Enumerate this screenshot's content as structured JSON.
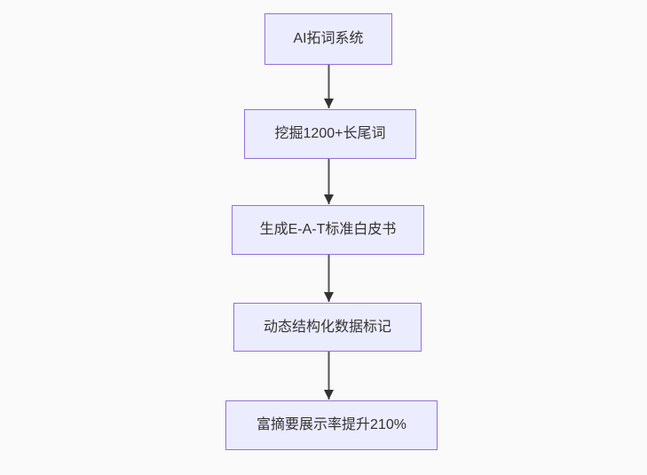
{
  "diagram": {
    "type": "flowchart",
    "direction": "top-down",
    "nodes": [
      {
        "id": "n1",
        "label": "AI拓词系统"
      },
      {
        "id": "n2",
        "label": "挖掘1200+长尾词"
      },
      {
        "id": "n3",
        "label": "生成E-A-T标准白皮书"
      },
      {
        "id": "n4",
        "label": "动态结构化数据标记"
      },
      {
        "id": "n5",
        "label": "富摘要展示率提升210%"
      }
    ],
    "edges": [
      {
        "from": "n1",
        "to": "n2"
      },
      {
        "from": "n2",
        "to": "n3"
      },
      {
        "from": "n3",
        "to": "n4"
      },
      {
        "from": "n4",
        "to": "n5"
      }
    ],
    "colors": {
      "background": "#fafafa",
      "node_fill": "#ececff",
      "node_border": "#9370db",
      "node_text": "#333333",
      "arrow_line": "#555555",
      "arrow_head": "#333333"
    }
  }
}
